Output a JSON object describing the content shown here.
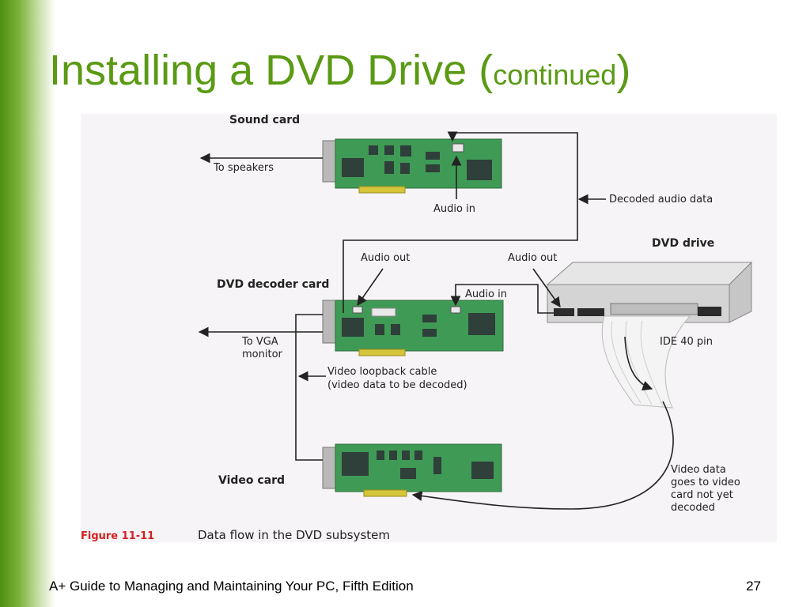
{
  "slide": {
    "title_main": "Installing a DVD Drive (",
    "title_sub": "continued",
    "title_close": ")",
    "footer": "A+ Guide to Managing and Maintaining Your PC, Fifth Edition",
    "page_number": "27"
  },
  "figure": {
    "figure_number": "Figure 11-11",
    "caption": "Data flow in the DVD subsystem",
    "labels": {
      "sound_card": "Sound card",
      "to_speakers": "To speakers",
      "audio_in_sound": "Audio in",
      "decoded_audio": "Decoded audio data",
      "dvd_drive": "DVD drive",
      "audio_out_decoder": "Audio out",
      "audio_out_drive": "Audio out",
      "dvd_decoder_card": "DVD decoder card",
      "audio_in_decoder": "Audio in",
      "to_vga_line1": "To VGA",
      "to_vga_line2": "monitor",
      "ide_40_pin": "IDE 40 pin",
      "loopback_line1": "Video loopback cable",
      "loopback_line2": "(video data to be decoded)",
      "video_card": "Video card",
      "video_data_line1": "Video data",
      "video_data_line2": "goes to video",
      "video_data_line3": "card not yet",
      "video_data_line4": "decoded"
    },
    "colors": {
      "card_green": "#3f9a55",
      "chip_dark": "#2f3f3a",
      "gold_contacts": "#d6c43a",
      "title_green": "#5a9a14"
    }
  }
}
